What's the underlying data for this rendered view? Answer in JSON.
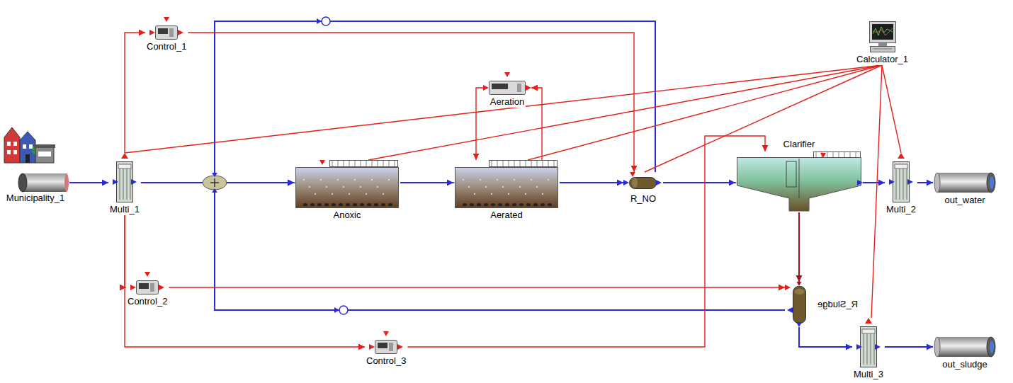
{
  "diagram": {
    "nodes": [
      {
        "text": [
          "Control_1"
        ]
      },
      {
        "text": [
          "Calculator_1"
        ]
      },
      {
        "text": [
          "Aeration"
        ]
      },
      {
        "text": [
          "Municipality_1"
        ]
      },
      {
        "text": [
          "Multi_1"
        ]
      },
      {
        "text": [
          "Anoxic"
        ]
      },
      {
        "text": [
          "Aerated"
        ]
      },
      {
        "text": [
          "R_NO"
        ]
      },
      {
        "text": [
          "Clarifier"
        ]
      },
      {
        "text": [
          "Multi_2"
        ]
      },
      {
        "text": [
          "out_water"
        ]
      },
      {
        "text": [
          "Control_2"
        ]
      },
      {
        "text": [
          "Control_3"
        ]
      },
      {
        "text": [
          "R_Sludge"
        ]
      },
      {
        "text": [
          "Multi_3"
        ]
      },
      {
        "text": [
          "out_sludge"
        ]
      }
    ],
    "edges": [
      {
        "from": 3,
        "to": 4,
        "arrow": "to"
      },
      {
        "from": 4,
        "to": 5,
        "arrow": "to"
      },
      {
        "from": 7,
        "to": 5,
        "arrow": "to"
      },
      {
        "from": 13,
        "to": 5,
        "arrow": "to"
      },
      {
        "from": 5,
        "to": 6,
        "arrow": "to"
      },
      {
        "from": 6,
        "to": 7,
        "arrow": "to"
      },
      {
        "from": 7,
        "to": 8,
        "arrow": "to"
      },
      {
        "from": 8,
        "to": 9,
        "arrow": "to"
      },
      {
        "from": 9,
        "to": 10,
        "arrow": "to"
      },
      {
        "from": 8,
        "to": 13,
        "arrow": "to"
      },
      {
        "from": 13,
        "to": 14,
        "arrow": "to"
      },
      {
        "from": 14,
        "to": 15,
        "arrow": "to"
      },
      {
        "from": 4,
        "to": 0,
        "arrow": "to"
      },
      {
        "from": 0,
        "to": 7,
        "arrow": "to"
      },
      {
        "from": 4,
        "to": 11,
        "arrow": "to"
      },
      {
        "from": 11,
        "to": 13,
        "arrow": "to"
      },
      {
        "from": 4,
        "to": 12,
        "arrow": "to"
      },
      {
        "from": 12,
        "to": 8,
        "arrow": "to"
      },
      {
        "from": 6,
        "to": 2,
        "arrow": "to"
      },
      {
        "from": 2,
        "to": 6,
        "arrow": "to"
      },
      {
        "from": 1,
        "to": 4,
        "arrow": "none"
      },
      {
        "from": 1,
        "to": 5,
        "arrow": "none"
      },
      {
        "from": 1,
        "to": 6,
        "arrow": "none"
      },
      {
        "from": 1,
        "to": 7,
        "arrow": "none"
      },
      {
        "from": 1,
        "to": 9,
        "arrow": "none"
      },
      {
        "from": 1,
        "to": 14,
        "arrow": "none"
      }
    ]
  }
}
